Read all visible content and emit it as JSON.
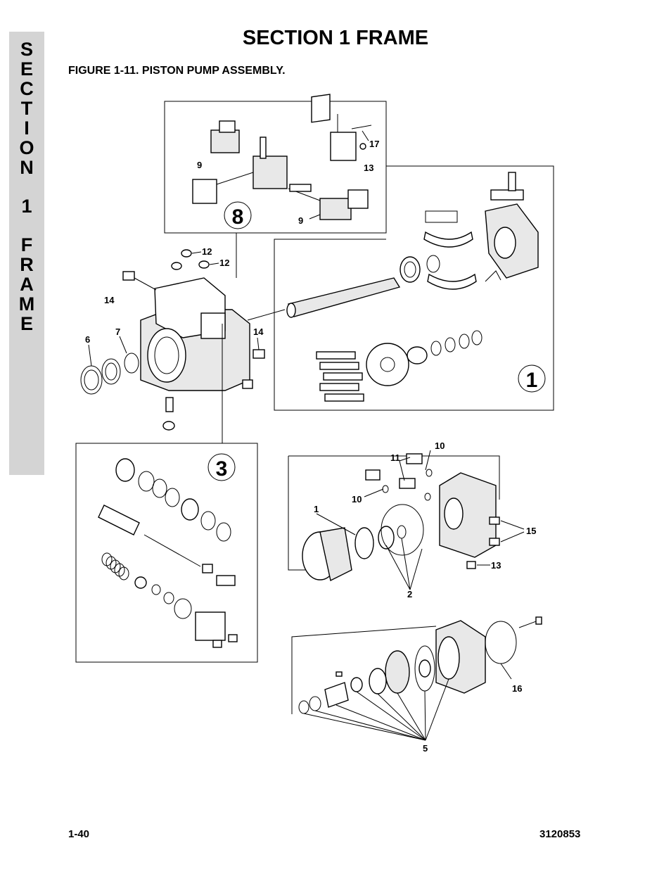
{
  "side_tab": {
    "letters": [
      "S",
      "E",
      "C",
      "T",
      "I",
      "O",
      "N",
      "1",
      "F",
      "R",
      "A",
      "M",
      "E"
    ]
  },
  "header": {
    "section_title": "SECTION 1  FRAME",
    "figure_title": "FIGURE 1-11.  PISTON PUMP ASSEMBLY."
  },
  "diagram": {
    "big_callouts": [
      "8",
      "1",
      "3"
    ],
    "callouts": {
      "c9a": "9",
      "c9b": "9",
      "c17": "17",
      "c13a": "13",
      "c12a": "12",
      "c12b": "12",
      "c14a": "14",
      "c14b": "14",
      "c6": "6",
      "c7": "7",
      "c10a": "10",
      "c11": "11",
      "c10b": "10",
      "c1": "1",
      "c15": "15",
      "c13b": "13",
      "c2": "2",
      "c16": "16",
      "c5": "5"
    }
  },
  "footer": {
    "page_number": "1-40",
    "doc_number": "3120853"
  }
}
